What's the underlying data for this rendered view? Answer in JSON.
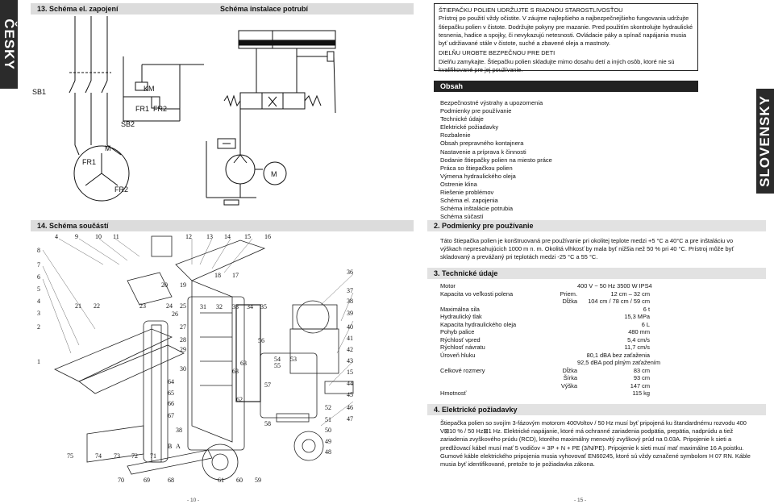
{
  "left_page": {
    "header_section": "13.  Schéma el. zapojení",
    "header_title": "Schéma instalace potrubí",
    "side_label": "ČESKY",
    "wiring_labels": [
      "SB1",
      "KM",
      "FR1",
      "FR2",
      "SB2",
      "M",
      "FR1",
      "FR2",
      "M"
    ],
    "parts_header": "14.  Schéma součástí",
    "part_numbers": [
      "4",
      "9",
      "10",
      "11",
      "12",
      "13",
      "14",
      "15",
      "16",
      "8",
      "7",
      "6",
      "5",
      "4",
      "3",
      "2",
      "1",
      "21",
      "22",
      "23",
      "24",
      "25",
      "20",
      "19",
      "26",
      "18",
      "17",
      "27",
      "31",
      "32",
      "33",
      "34",
      "35",
      "36",
      "37",
      "38",
      "39",
      "40",
      "41",
      "42",
      "43",
      "15",
      "44",
      "45",
      "46",
      "47",
      "28",
      "29",
      "30",
      "63",
      "63",
      "56",
      "54",
      "53",
      "55",
      "64",
      "65",
      "66",
      "67",
      "62",
      "57",
      "52",
      "51",
      "50",
      "49",
      "48",
      "58",
      "38",
      "B",
      "A",
      "75",
      "74",
      "73",
      "72",
      "71",
      "70",
      "69",
      "68",
      "61",
      "60",
      "59"
    ],
    "page_number": "- 10 -"
  },
  "right_page": {
    "side_label": "SLOVENSKY",
    "warning": {
      "line1": "ŠTIEPAČKU POLIEN UDRŽUJTE S RIADNOU STAROSTLIVOSŤOU",
      "line2": "Prístroj po použití vždy očistite. V záujme najlepšieho a najbezpečnejšieho fungovania udržujte štiepačku polien v čistote. Dodržujte pokyny pre mazanie. Pred použitím skontrolujte hydraulické tesnenia, hadice a spojky, či nevykazujú netesnosti. Ovládacie páky a spínač napájania musia byť udržiavané stále v čistote, suché a zbavené oleja a mastnoty.",
      "line3": "DIELŇU UROBTE BEZPEČNOU PRE DETI",
      "line4": "Dielňu zamykajte. Štiepačku polien skladujte mimo dosahu detí a iných osôb, ktoré nie sú kvalifikované pre jej používanie."
    },
    "toc": {
      "title": "Obsah",
      "items": [
        "Bezpečnostné výstrahy a upozornenia",
        "Podmienky pre používanie",
        "Technické údaje",
        "Elektrické požiadavky",
        "Rozbalenie",
        "Obsah prepravného kontajnera",
        "Nastavenie a príprava k činnosti",
        "Dodanie štiepačky polien na miesto práce",
        "Práca so štiepačkou polien",
        "Výmena hydraulického oleja",
        "Ostrenie klina",
        "Riešenie problémov",
        "Schéma el. zapojenia",
        "Schéma inštalácie potrubia",
        "Schéma súčastí"
      ]
    },
    "sec2": {
      "title": "2.  Podmienky pre používanie",
      "text": "Táto štiepačka polien je konštruovaná pre používanie pri okolitej teplote medzi +5 °C a 40°C a pre inštaláciu vo výškach nepresahujúcich 1000 m n. m. Okolitá vlhkosť by mala byť nižšia než 50 % pri 40 °C. Prístroj môže byť skladovaný a prevážaný pri teplotách medzi -25 °C a 55 °C."
    },
    "sec3": {
      "title": "3.  Technické údaje",
      "rows": [
        {
          "label": "Motor",
          "sub": "",
          "value": "400 V ~  50 Hz 3500 W IPS4"
        },
        {
          "label": "Kapacita vo veľkosti polena",
          "sub": "Priem.",
          "value": "12 cm – 32 cm"
        },
        {
          "label": "",
          "sub": "Dĺžka",
          "value": "104 cm / 78 cm / 59 cm"
        },
        {
          "label": "Maximálna sila",
          "sub": "",
          "value": "6 t"
        },
        {
          "label": "Hydraulický tlak",
          "sub": "",
          "value": "15,3 MPa"
        },
        {
          "label": "Kapacita hydraulického oleja",
          "sub": "",
          "value": "6 L"
        },
        {
          "label": "Pohyb palice",
          "sub": "",
          "value": "480 mm"
        },
        {
          "label": "Rýchlosť vpred",
          "sub": "",
          "value": "5,4 cm/s"
        },
        {
          "label": "Rýchlosť návratu",
          "sub": "",
          "value": "11,7 cm/s"
        },
        {
          "label": "Úroveň hluku",
          "sub": "",
          "value": "80,1 dBA bez zaťaženia"
        },
        {
          "label": "",
          "sub": "",
          "value": "92,5 dBA pod plným zaťažením"
        },
        {
          "label": "Celkové rozmery",
          "sub": "Dĺžka",
          "value": "83 cm"
        },
        {
          "label": "",
          "sub": "Šírka",
          "value": "93 cm"
        },
        {
          "label": "",
          "sub": "Výška",
          "value": "147 cm"
        },
        {
          "label": "Hmotnosť",
          "sub": "",
          "value": "115 kg"
        }
      ]
    },
    "sec4": {
      "title": "4.  Elektrické požiadavky",
      "text": "Štiepačka polien so svojím 3-fázovým motorom 400Voltov / 50 Hz musí byť pripojená ku štandardnému rozvodu 400 V⊠10 % / 50 Hz⊠1 Hz. Elektrické napájanie, ktoré má ochranné zariadenia podpätia, prepätia, nadprúdu a tiež zariadenia zvyškového prúdu (RCD), ktorého maximálny menovitý zvyškový prúd na 0.03A. Pripojenie k sieti a predlžovací kábel musí mať 5 vodičov = 3P + N + PE (3/N/PE). Pripojenie k sieti musí mať maximálne 16 A poistku. Gumové káble elektrického pripojenia musia vyhovovať EN60245, ktoré sú vždy označené symbolom H 07 RN. Káble musia byť identifikované, pretože to je požiadavka zákona."
    },
    "page_number": "- 15 -"
  }
}
